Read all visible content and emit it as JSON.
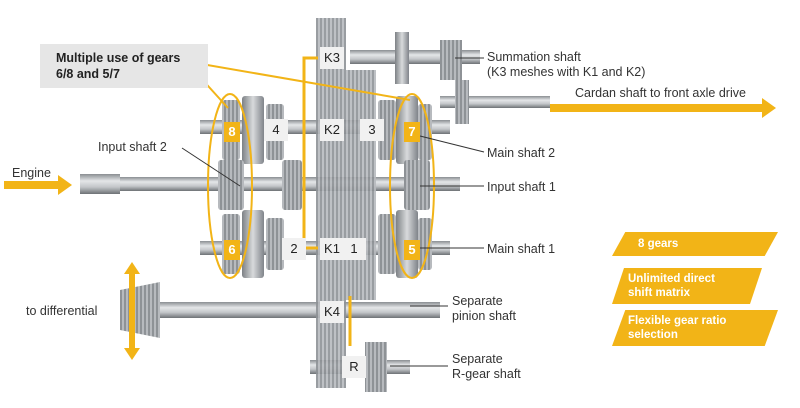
{
  "callout": {
    "line1": "Multiple use of gears",
    "line2": "6/8 and 5/7"
  },
  "gears": {
    "g8": "8",
    "g4": "4",
    "g3": "3",
    "g7": "7",
    "g6": "6",
    "g2": "2",
    "g1": "1",
    "g5": "5"
  },
  "clutches": {
    "k1": "K1",
    "k2": "K2",
    "k3": "K3",
    "k4": "K4",
    "r": "R"
  },
  "labels": {
    "summation_line1": "Summation shaft",
    "summation_line2": "(K3 meshes with K1 and K2)",
    "cardan": "Cardan shaft to front axle drive",
    "main_shaft_2": "Main shaft 2",
    "input_shaft_2": "Input shaft 2",
    "engine": "Engine",
    "input_shaft_1": "Input shaft 1",
    "main_shaft_1": "Main shaft 1",
    "to_differential": "to differential",
    "pinion_line1": "Separate",
    "pinion_line2": "pinion shaft",
    "rgear_line1": "Separate",
    "rgear_line2": "R-gear shaft"
  },
  "features": {
    "f1": "8 gears",
    "f2_line1": "Unlimited direct",
    "f2_line2": "shift matrix",
    "f3_line1": "Flexible gear ratio",
    "f3_line2": "selection"
  },
  "colors": {
    "accent": "#f2b417",
    "steel": "#b9bcc0",
    "dark": "#6e7276"
  }
}
